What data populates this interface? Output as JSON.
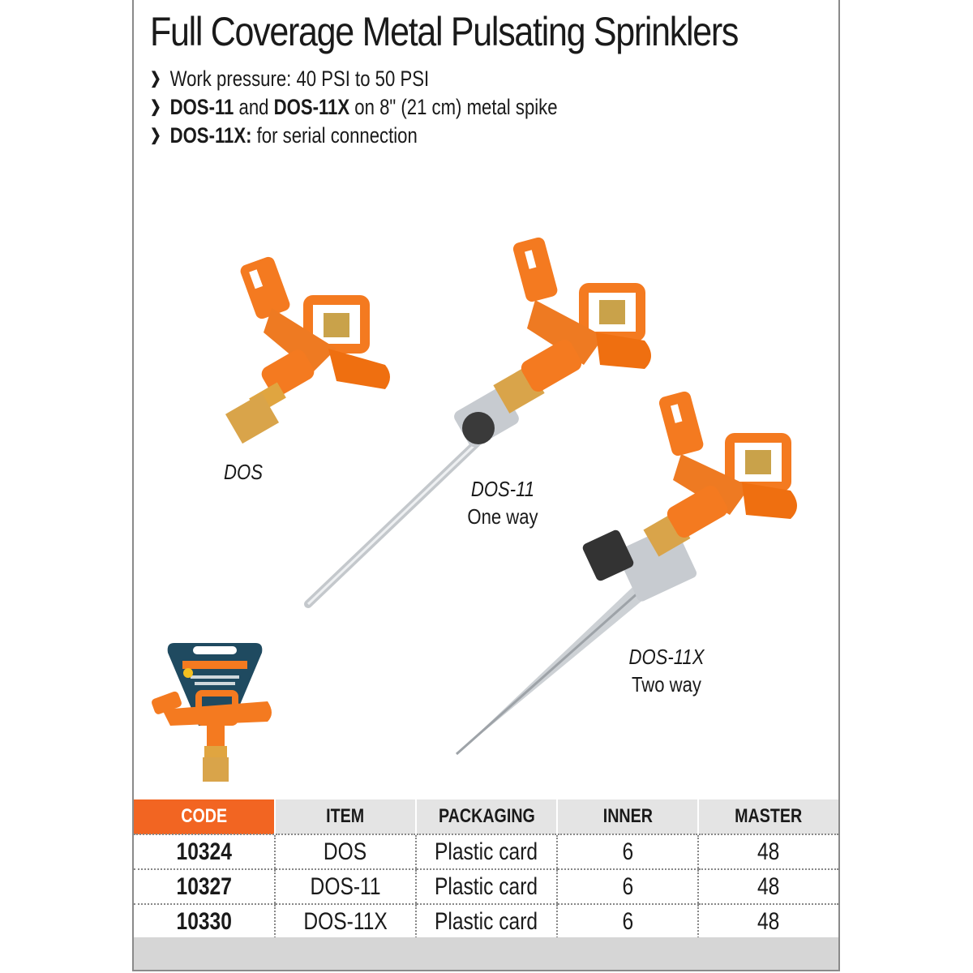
{
  "title": "Full Coverage Metal Pulsating Sprinklers",
  "features": [
    {
      "bold1": "",
      "text1": "Work pressure: 40 PSI to 50 PSI",
      "bold2": "",
      "text2": ""
    },
    {
      "bold1": "DOS-11",
      "text1": " and ",
      "bold2": "DOS-11X",
      "text2": " on 8\" (21 cm) metal spike"
    },
    {
      "bold1": "DOS-11X:",
      "text1": " for serial connection",
      "bold2": "",
      "text2": ""
    }
  ],
  "products": [
    {
      "model": "DOS",
      "way": ""
    },
    {
      "model": "DOS-11",
      "way": "One way"
    },
    {
      "model": "DOS-11X",
      "way": "Two way"
    }
  ],
  "table": {
    "headers": [
      "CODE",
      "ITEM",
      "PACKAGING",
      "INNER",
      "MASTER"
    ],
    "rows": [
      [
        "10324",
        "DOS",
        "Plastic card",
        "6",
        "48"
      ],
      [
        "10327",
        "DOS-11",
        "Plastic card",
        "6",
        "48"
      ],
      [
        "10330",
        "DOS-11X",
        "Plastic card",
        "6",
        "48"
      ]
    ]
  },
  "colors": {
    "accent": "#f26522",
    "header_bg": "#e4e4e4",
    "footer_bg": "#d6d6d6"
  }
}
